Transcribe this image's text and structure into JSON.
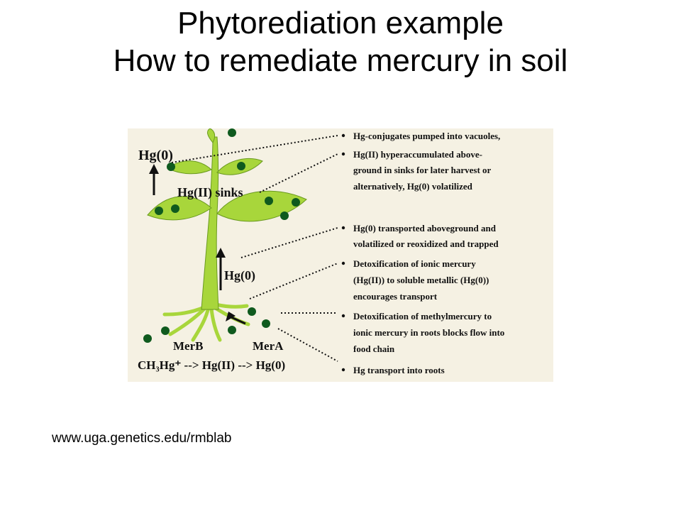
{
  "title": {
    "line1": "Phytorediation example",
    "line2": "How to remediate mercury in soil"
  },
  "figure": {
    "labels": {
      "hg0_top": "Hg(0)",
      "hg2_sinks": "Hg(II) sinks",
      "hg0_stem": "Hg(0)",
      "merb": "MerB",
      "mera": "MerA",
      "equation": "CH₃Hg⁺ --> Hg(II) --> Hg(0)"
    },
    "bullets": [
      {
        "lines": [
          "Hg-conjugates pumped into vacuoles,"
        ]
      },
      {
        "lines": [
          "Hg(II) hyperaccumulated above-",
          "ground in sinks for later harvest or",
          "alternatively, Hg(0) volatilized"
        ]
      },
      {
        "lines": [
          "Hg(0) transported aboveground and",
          "volatilized or reoxidized and trapped"
        ]
      },
      {
        "lines": [
          "Detoxification of ionic mercury",
          "(Hg(II)) to soluble metallic (Hg(0))",
          "encourages transport"
        ]
      },
      {
        "lines": [
          "Detoxification of methylmercury to",
          "ionic mercury in roots blocks flow into",
          "food chain"
        ]
      },
      {
        "lines": [
          "Hg transport into roots"
        ]
      }
    ],
    "colors": {
      "background": "#f5f1e3",
      "plant": "#a8d63b",
      "plant_edge": "#6a9a1f",
      "hg_dot": "#0f5a1e"
    }
  },
  "source_url": "www.uga.genetics.edu/rmblab"
}
